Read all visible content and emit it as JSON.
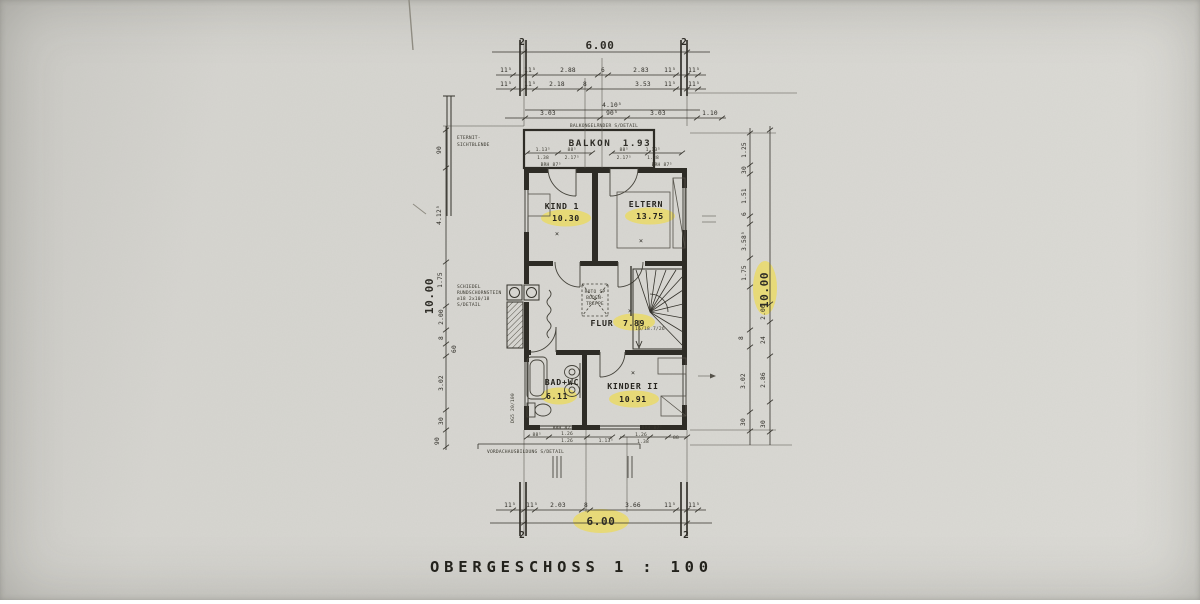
{
  "colors": {
    "paper": "#d7d6d1",
    "ink": "#2e2c26",
    "highlight": "#f0dc49"
  },
  "title": {
    "name": "OBERGESCHOSS",
    "scale": "1 : 100"
  },
  "plan": {
    "balcony": {
      "label": "BALKON",
      "area": "1.93"
    },
    "rooms": {
      "kind1": {
        "label": "KIND 1",
        "area": "10.30",
        "mark": "×"
      },
      "eltern": {
        "label": "ELTERN",
        "area": "13.75",
        "mark": "×"
      },
      "flur": {
        "label": "FLUR",
        "area": "7.89",
        "mark": "×"
      },
      "bad": {
        "label": "BAD+WC",
        "area": "6.11"
      },
      "kinder2": {
        "label": "KINDER II",
        "area": "10.91",
        "mark": "×"
      }
    },
    "notes": {
      "balkon_gelaender": "BALKONGELÄNDER  S/DETAIL",
      "eternit_1": "ETERNIT-",
      "eternit_2": "SICHTBLENDE",
      "schiedel_1": "SCHIEDEL",
      "schiedel_2": "RUNDSCHORNSTEIN",
      "schiedel_3": "∅18  2x10/18",
      "schiedel_4": "S/DETAIL",
      "bodentreppe_1": "ROTO SP",
      "bodentreppe_2": "BODEN-",
      "bodentreppe_3": "TREPPE",
      "vordach": "VORDACHAUSBILDUNG  S/DETAIL",
      "wall_mark": "DG5 20/100",
      "stair": "16/18.7/26"
    }
  },
  "dims": {
    "top": {
      "total": "6.00",
      "end_left": "2",
      "end_right": "2",
      "row1": [
        "11⁵",
        "11⁵",
        "2.88",
        "6",
        "2.83",
        "11⁵",
        "11⁵"
      ],
      "row2": [
        "11⁵",
        "11⁵",
        "2.18",
        "8",
        "3.53",
        "11⁵",
        "11⁵"
      ],
      "sub_total": "4.10⁵",
      "sub": [
        "3.03",
        "90⁵",
        "3.03",
        "1.10"
      ]
    },
    "balcony_left": {
      "a": "1.13⁵",
      "b": "88⁵",
      "c": "1.38",
      "d": "2.17⁵",
      "brh": "BRH 87⁵"
    },
    "balcony_right": {
      "a": "88⁵",
      "b": "1.13⁵",
      "c": "2.17⁵",
      "d": "1.38",
      "brh": "BRH 87⁵"
    },
    "bottom_win_left": {
      "brh": "BRH 87⁵",
      "a": "88⁵",
      "b": "1.26",
      "c": "1.26",
      "d": "1.13⁵"
    },
    "bottom_win_right": {
      "brh": "BRH 87⁵",
      "a": "1.26",
      "b": "1.38",
      "c": "88"
    },
    "bottom": {
      "total": "6.00",
      "end_left": "2",
      "end_right": "2",
      "row": [
        "11⁵",
        "11⁵",
        "2.03",
        "8",
        "3.66",
        "11⁵",
        "11⁵"
      ]
    },
    "left": {
      "total": "10.00",
      "values": [
        "90",
        "4.12⁵",
        "1.75",
        "2.00",
        "8",
        "60",
        "3.02",
        "30",
        "90"
      ]
    },
    "right": {
      "total": "10.00",
      "inner": [
        "1.25",
        "30",
        "1.51",
        "6",
        "3.58⁵",
        "1.75",
        "8",
        "3.02",
        "30"
      ],
      "outer": [
        "2.00",
        "24",
        "2.86",
        "30"
      ]
    }
  }
}
